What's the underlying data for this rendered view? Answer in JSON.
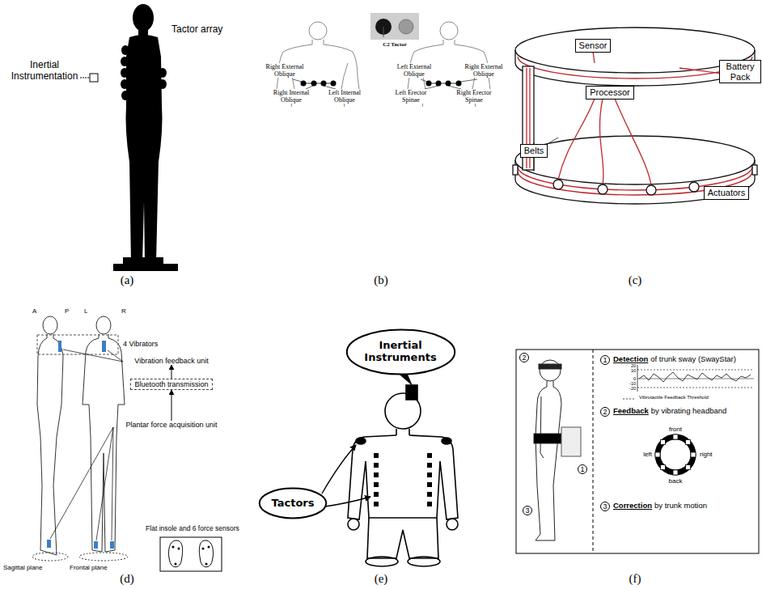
{
  "diagram": {
    "nodes": [
      {
        "text": [
          "Sensor"
        ]
      },
      {
        "text": [
          "Battery Pack"
        ]
      },
      {
        "text": [
          "Processor"
        ]
      },
      {
        "text": [
          "Belts"
        ]
      },
      {
        "text": [
          "Actuators"
        ]
      },
      {
        "text": [
          "Vibration feedback unit"
        ]
      },
      {
        "text": [
          "Bluetooth transmission"
        ]
      },
      {
        "text": [
          "Plantar force acquisition unit"
        ]
      },
      {
        "text": [
          "Flat insole and 6 force sensors"
        ]
      },
      {
        "text": [
          "Inertial Instruments"
        ]
      },
      {
        "text": [
          "Tactors"
        ]
      }
    ],
    "edges": [
      {
        "from": 7,
        "to": 6,
        "arrow": "to"
      },
      {
        "from": 6,
        "to": 5,
        "arrow": "to"
      }
    ],
    "labels": [
      "Inertial Instrumentation",
      "Tactor array",
      "(a)",
      "C2 Tactor",
      "Right External Oblique",
      "Left External Oblique",
      "Right External Oblique",
      "Right Internal Oblique",
      "Left Internal Oblique",
      "Left Erector Spinae",
      "Right Erector Spinae",
      "(b)",
      "(c)",
      "A",
      "P",
      "L",
      "R",
      "4 Vibrators",
      "Sagittal plane",
      "Frontal plane",
      "(d)",
      "(e)",
      "2",
      "1",
      "3",
      "1",
      "Detection",
      "of trunk sway (SwayStar)",
      "20",
      "10",
      "0",
      "-10",
      "-20",
      "Vibrotactile Feedback Threshold",
      "2",
      "Feedback",
      "by vibrating headband",
      "front",
      "left",
      "right",
      "back",
      "3",
      "Correction",
      "by trunk motion",
      "(f)"
    ]
  }
}
